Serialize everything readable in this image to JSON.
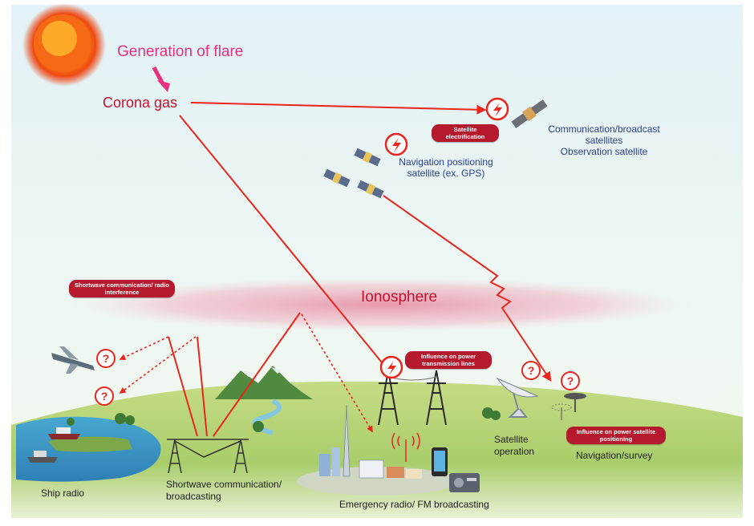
{
  "labels": {
    "generation_of_flare": "Generation of flare",
    "corona_gas": "Corona gas",
    "ionosphere": "Ionosphere",
    "comm_broadcast_satellites": "Communication/broadcast satellites",
    "observation_satellite": "Observation satellite",
    "navigation_satellite": "Navigation positioning satellite (ex. GPS)",
    "ship_radio": "Ship radio",
    "shortwave_broadcasting": "Shortwave communication/ broadcasting",
    "emergency_radio": "Emergency radio/ FM broadcasting",
    "satellite_operation": "Satellite operation",
    "navigation_survey": "Navigation/survey"
  },
  "tags": {
    "satellite_electrification": "Satellite electrification",
    "shortwave_interference": "Shortwave communication/ radio interference",
    "power_transmission": "Influence on power transmission lines",
    "power_satellite_positioning": "Influence on power satellite positioning"
  },
  "icons": {
    "sun": "sun-icon",
    "lightning_warning": "lightning-warning-icon",
    "question_mark": "question-mark-icon",
    "satellite": "satellite-icon",
    "airplane": "airplane-icon",
    "ship": "ship-icon",
    "tower": "transmission-tower-icon",
    "antenna": "antenna-icon",
    "dish": "satellite-dish-icon"
  },
  "colors": {
    "arrow_red": "#e8261c",
    "flare_pink": "#e6317f",
    "tag_red": "#b5192e",
    "text_blue": "#2b3f8c",
    "sky_blue": "#dbeef4",
    "ground_green": "#b4d272"
  }
}
